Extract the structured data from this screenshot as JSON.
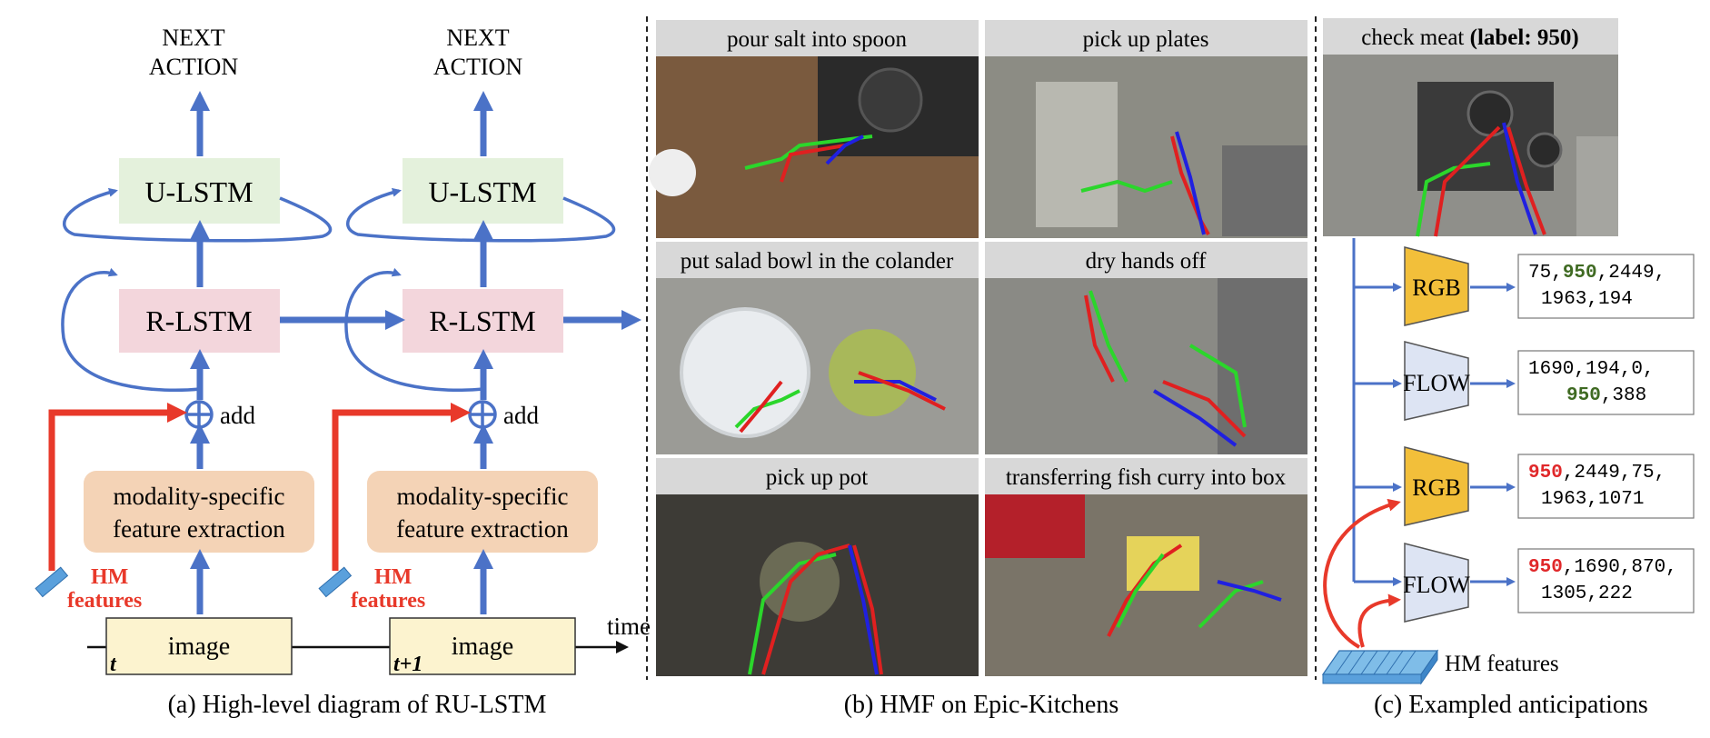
{
  "panel_a": {
    "caption": "(a) High-level diagram of RU-LSTM",
    "next_action_line1": "NEXT",
    "next_action_line2": "ACTION",
    "ulstm": "U-LSTM",
    "rlstm": "R-LSTM",
    "add": "add",
    "feat_line1": "modality-specific",
    "feat_line2": "feature extraction",
    "hm_line1": "HM",
    "hm_line2": "features",
    "image": "image",
    "t": "t",
    "t_plus_1": "t+1",
    "time": "time"
  },
  "panel_b": {
    "caption": "(b) HMF on Epic-Kitchens",
    "tiles": [
      {
        "label": "pour salt into spoon"
      },
      {
        "label": "pick up plates"
      },
      {
        "label": "put salad bowl in the colander"
      },
      {
        "label": "dry hands off"
      },
      {
        "label": "pick up pot"
      },
      {
        "label": "transferring fish curry into box"
      }
    ]
  },
  "panel_c": {
    "caption": "(c) Exampled anticipations",
    "header_text": "check meat ",
    "header_bold": "(label: 950)",
    "hm_features": "HM features",
    "rows": [
      {
        "label": "RGB",
        "line1": [
          "75,",
          "950",
          ",2449,"
        ],
        "line2": "1963,194",
        "hl_color": "#3f6a22"
      },
      {
        "label": "FLOW",
        "line1": [
          "1690,194,0,",
          "",
          ""
        ],
        "line2_parts": [
          "950",
          ",388"
        ],
        "hl_color": "#3f6a22"
      },
      {
        "label": "RGB",
        "line1": [
          "",
          "950",
          ",2449,75,"
        ],
        "line2": "1963,1071",
        "hl_color": "#e0282a"
      },
      {
        "label": "FLOW",
        "line1": [
          "",
          "950",
          ",1690,870,"
        ],
        "line2": "1305,222",
        "hl_color": "#e0282a"
      }
    ]
  },
  "colors": {
    "arrow_blue": "#4b72c7",
    "hm_red": "#e8392a",
    "ulstm_fill": "#e4f1dc",
    "rlstm_fill": "#f3d6dc",
    "feature_fill": "#f4d3b6",
    "image_fill": "#fcf3cf",
    "rgb_fill": "#f2bf3a",
    "flow_fill": "#dde4f3",
    "tile_header": "#d8d8d8"
  }
}
